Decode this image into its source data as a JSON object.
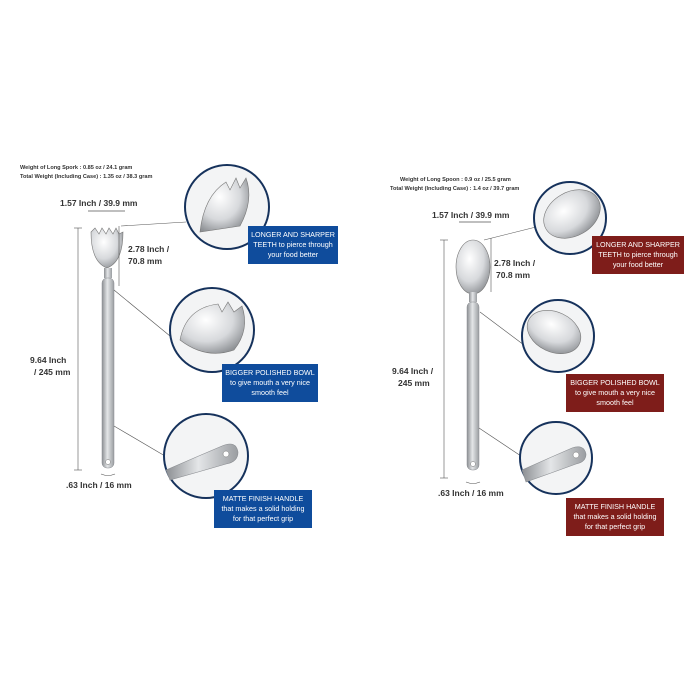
{
  "colors": {
    "blue_box": "#0f4c9c",
    "red_box": "#7e1d1a",
    "leader_line": "#555555",
    "titanium": "#b8babd"
  },
  "left_panel": {
    "weight_line1": "Weight of Long Spork : 0.85 oz / 24.1 gram",
    "weight_line2": "Total Weight (Including Case) : 1.35 oz / 38.3 gram",
    "dim_width": "1.57 Inch / 39.9 mm",
    "dim_head_line1": "2.78 Inch /",
    "dim_head_line2": "70.8 mm",
    "dim_length_line1": "9.64 Inch",
    "dim_length_line2": "/ 245 mm",
    "dim_handle": ".63 Inch / 16 mm",
    "callouts": [
      {
        "line1_hl": "LONGER AND SHARPER",
        "line2_hl": "TEETH",
        "line2_rest": " to pierce through",
        "line3": "your food better"
      },
      {
        "line1_hl": "BIGGER POLISHED BOWL",
        "line2": "to give mouth a very nice",
        "line3": "smooth feel"
      },
      {
        "line1_hl": "MATTE FINISH HANDLE",
        "line2": "that makes a solid holding",
        "line3": "for that perfect grip"
      }
    ]
  },
  "right_panel": {
    "weight_line1": "Weight of Long Spoon : 0.9 oz / 25.5 gram",
    "weight_line2": "Total Weight (Including Case) : 1.4 oz / 39.7 gram",
    "dim_width": "1.57 Inch / 39.9 mm",
    "dim_head_line1": "2.78 Inch /",
    "dim_head_line2": "70.8 mm",
    "dim_length_line1": "9.64 Inch /",
    "dim_length_line2": "245 mm",
    "dim_handle": ".63 Inch / 16 mm",
    "callouts": [
      {
        "line1_hl": "LONGER AND SHARPER",
        "line2_hl": "TEETH",
        "line2_rest": " to pierce through",
        "line3": "your food better"
      },
      {
        "line1_hl": "BIGGER POLISHED BOWL",
        "line2": "to give mouth a very nice",
        "line3": "smooth feel"
      },
      {
        "line1_hl": "MATTE FINISH HANDLE",
        "line2": "that makes a solid holding",
        "line3": "for that perfect grip"
      }
    ]
  }
}
